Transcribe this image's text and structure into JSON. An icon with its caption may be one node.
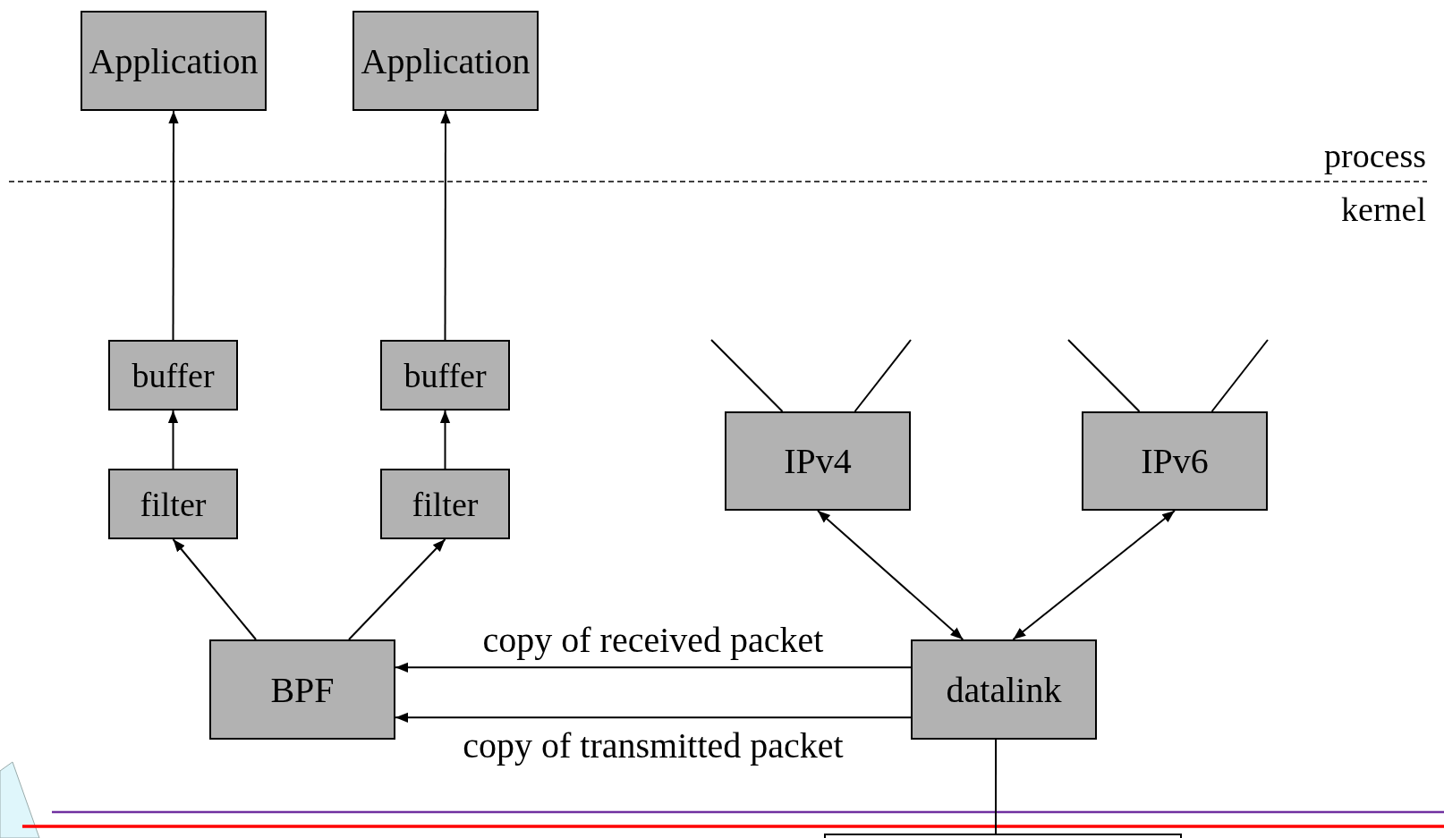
{
  "diagram": {
    "nodes": [
      {
        "text": [
          "Application"
        ]
      },
      {
        "text": [
          "Application"
        ]
      },
      {
        "text": [
          "buffer"
        ]
      },
      {
        "text": [
          "buffer"
        ]
      },
      {
        "text": [
          "filter"
        ]
      },
      {
        "text": [
          "filter"
        ]
      },
      {
        "text": [
          "IPv4"
        ]
      },
      {
        "text": [
          "IPv6"
        ]
      },
      {
        "text": [
          "BPF"
        ]
      },
      {
        "text": [
          "datalink"
        ]
      },
      {
        "text": [],
        "shape": "box"
      }
    ],
    "edges": [
      {
        "from": 2,
        "to": 0,
        "arrow": "to"
      },
      {
        "from": 3,
        "to": 1,
        "arrow": "to"
      },
      {
        "from": 4,
        "to": 2,
        "arrow": "to"
      },
      {
        "from": 5,
        "to": 3,
        "arrow": "to"
      },
      {
        "from": 8,
        "to": 4,
        "arrow": "to"
      },
      {
        "from": 8,
        "to": 5,
        "arrow": "to"
      },
      {
        "from": null,
        "to": 6,
        "arrow": "none"
      },
      {
        "from": null,
        "to": 6,
        "arrow": "none"
      },
      {
        "from": null,
        "to": 7,
        "arrow": "none"
      },
      {
        "from": null,
        "to": 7,
        "arrow": "none"
      },
      {
        "from": 6,
        "to": 9,
        "arrow": "both"
      },
      {
        "from": 7,
        "to": 9,
        "arrow": "both"
      },
      {
        "from": 9,
        "to": 8,
        "arrow": "to",
        "label": "copy of received packet"
      },
      {
        "from": 9,
        "to": 8,
        "arrow": "to",
        "label": "copy of transmitted packet"
      },
      {
        "from": 9,
        "to": 10,
        "arrow": "none"
      }
    ],
    "labels": [
      "process",
      "kernel"
    ]
  }
}
